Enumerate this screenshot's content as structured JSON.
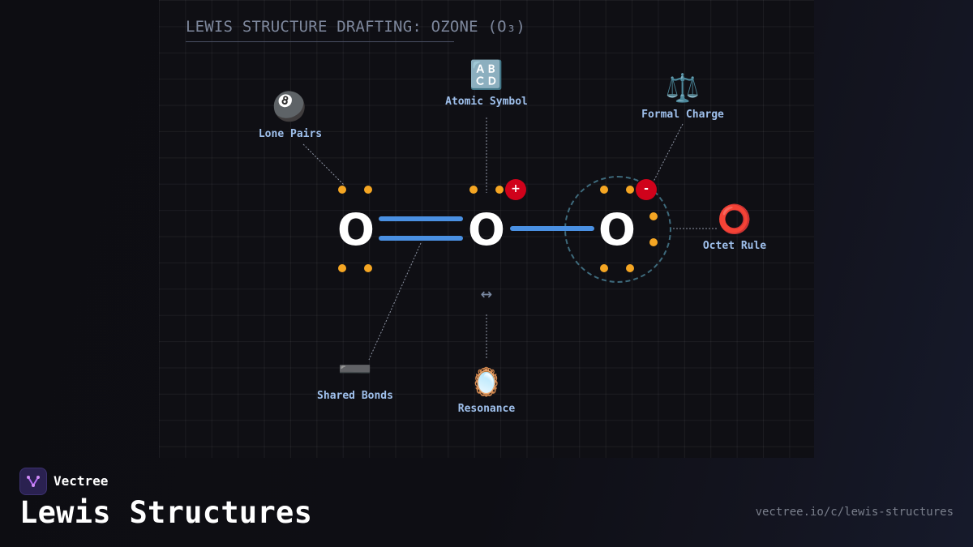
{
  "diagram": {
    "title": "LEWIS STRUCTURE DRAFTING: OZONE (O₃)",
    "molecule": {
      "atoms": [
        {
          "id": "left",
          "symbol": "O"
        },
        {
          "id": "center",
          "symbol": "O",
          "formal_charge": "+"
        },
        {
          "id": "right",
          "symbol": "O",
          "formal_charge": "-"
        }
      ],
      "bonds": [
        {
          "from": "left",
          "to": "center",
          "order": 2
        },
        {
          "from": "center",
          "to": "right",
          "order": 1
        }
      ]
    },
    "resonance_arrow": "↔",
    "annotations": [
      {
        "id": "lone-pairs",
        "label": "Lone Pairs",
        "icon": "🎱",
        "icon_name": "billiard-ball-icon"
      },
      {
        "id": "atomic-symbol",
        "label": "Atomic Symbol",
        "icon": "🔠",
        "icon_name": "abcd-letters-icon"
      },
      {
        "id": "formal-charge",
        "label": "Formal Charge",
        "icon": "⚖️",
        "icon_name": "balance-scale-icon"
      },
      {
        "id": "octet-rule",
        "label": "Octet Rule",
        "icon": "⭕",
        "icon_name": "red-ring-icon"
      },
      {
        "id": "shared-bonds",
        "label": "Shared Bonds",
        "icon": "➖",
        "icon_name": "minus-bar-icon"
      },
      {
        "id": "resonance",
        "label": "Resonance",
        "icon": "🪞",
        "icon_name": "mirror-icon"
      }
    ]
  },
  "colors": {
    "bond": "#4a90e2",
    "lone_pair": "#f5a623",
    "charge_badge": "#d0021b",
    "octet_ring": "#3e6a7c",
    "label": "#9fc0ec"
  },
  "footer": {
    "brand": "Vectree",
    "topic_title": "Lewis Structures",
    "url": "vectree.io/c/lewis-structures"
  }
}
